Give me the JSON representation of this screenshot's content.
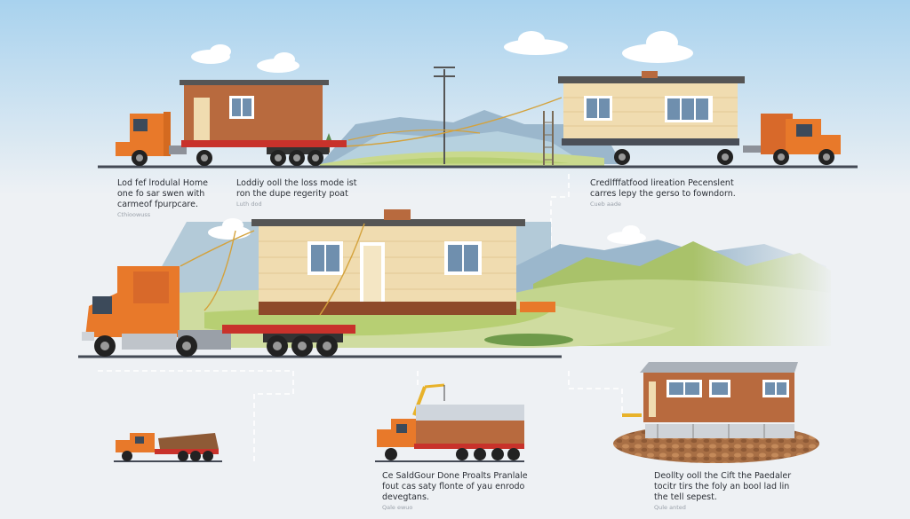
{
  "steps": [
    {
      "line1": "Lod fef lrodulal Home",
      "line2": "one fo sar swen with",
      "line3": "carmeof fpurpcare.",
      "note": "Cthioowuss"
    },
    {
      "line1": "Loddiy ooll the loss mode ist",
      "line2": "ron the dupe regerity poat",
      "note": "Luth dod"
    },
    {
      "line1": "Credlfffatfood lireation Pecenslent",
      "line2": "carres lepy the gerso to fowndorn.",
      "note": "Cueb aade"
    },
    {
      "line1": "Ce SaldGour Done Proalts Pranlale",
      "line2": "fout cas saty flonte of yau enrodo",
      "line3": "devegtans.",
      "note": "Qale ewuo"
    },
    {
      "line1": "Deollty ooll the Cift the Paedaler",
      "line2": "tocitr tirs the foly an bool lad lin",
      "line3": "the tell sepest.",
      "note": "Qule anted"
    }
  ],
  "colors": {
    "sky_top": "#a8d2ee",
    "truck_orange": "#e8792a",
    "trailer_red": "#c8322b",
    "house_tan": "#f0dcb0",
    "house_brown": "#b86a3e",
    "hill_green": "#a9c26a",
    "mountain_blue": "#9bb7cc"
  },
  "icons": [
    "truck-icon",
    "modular-home-icon",
    "crane-icon",
    "foundation-icon",
    "utility-pole-icon",
    "ladder-icon"
  ]
}
